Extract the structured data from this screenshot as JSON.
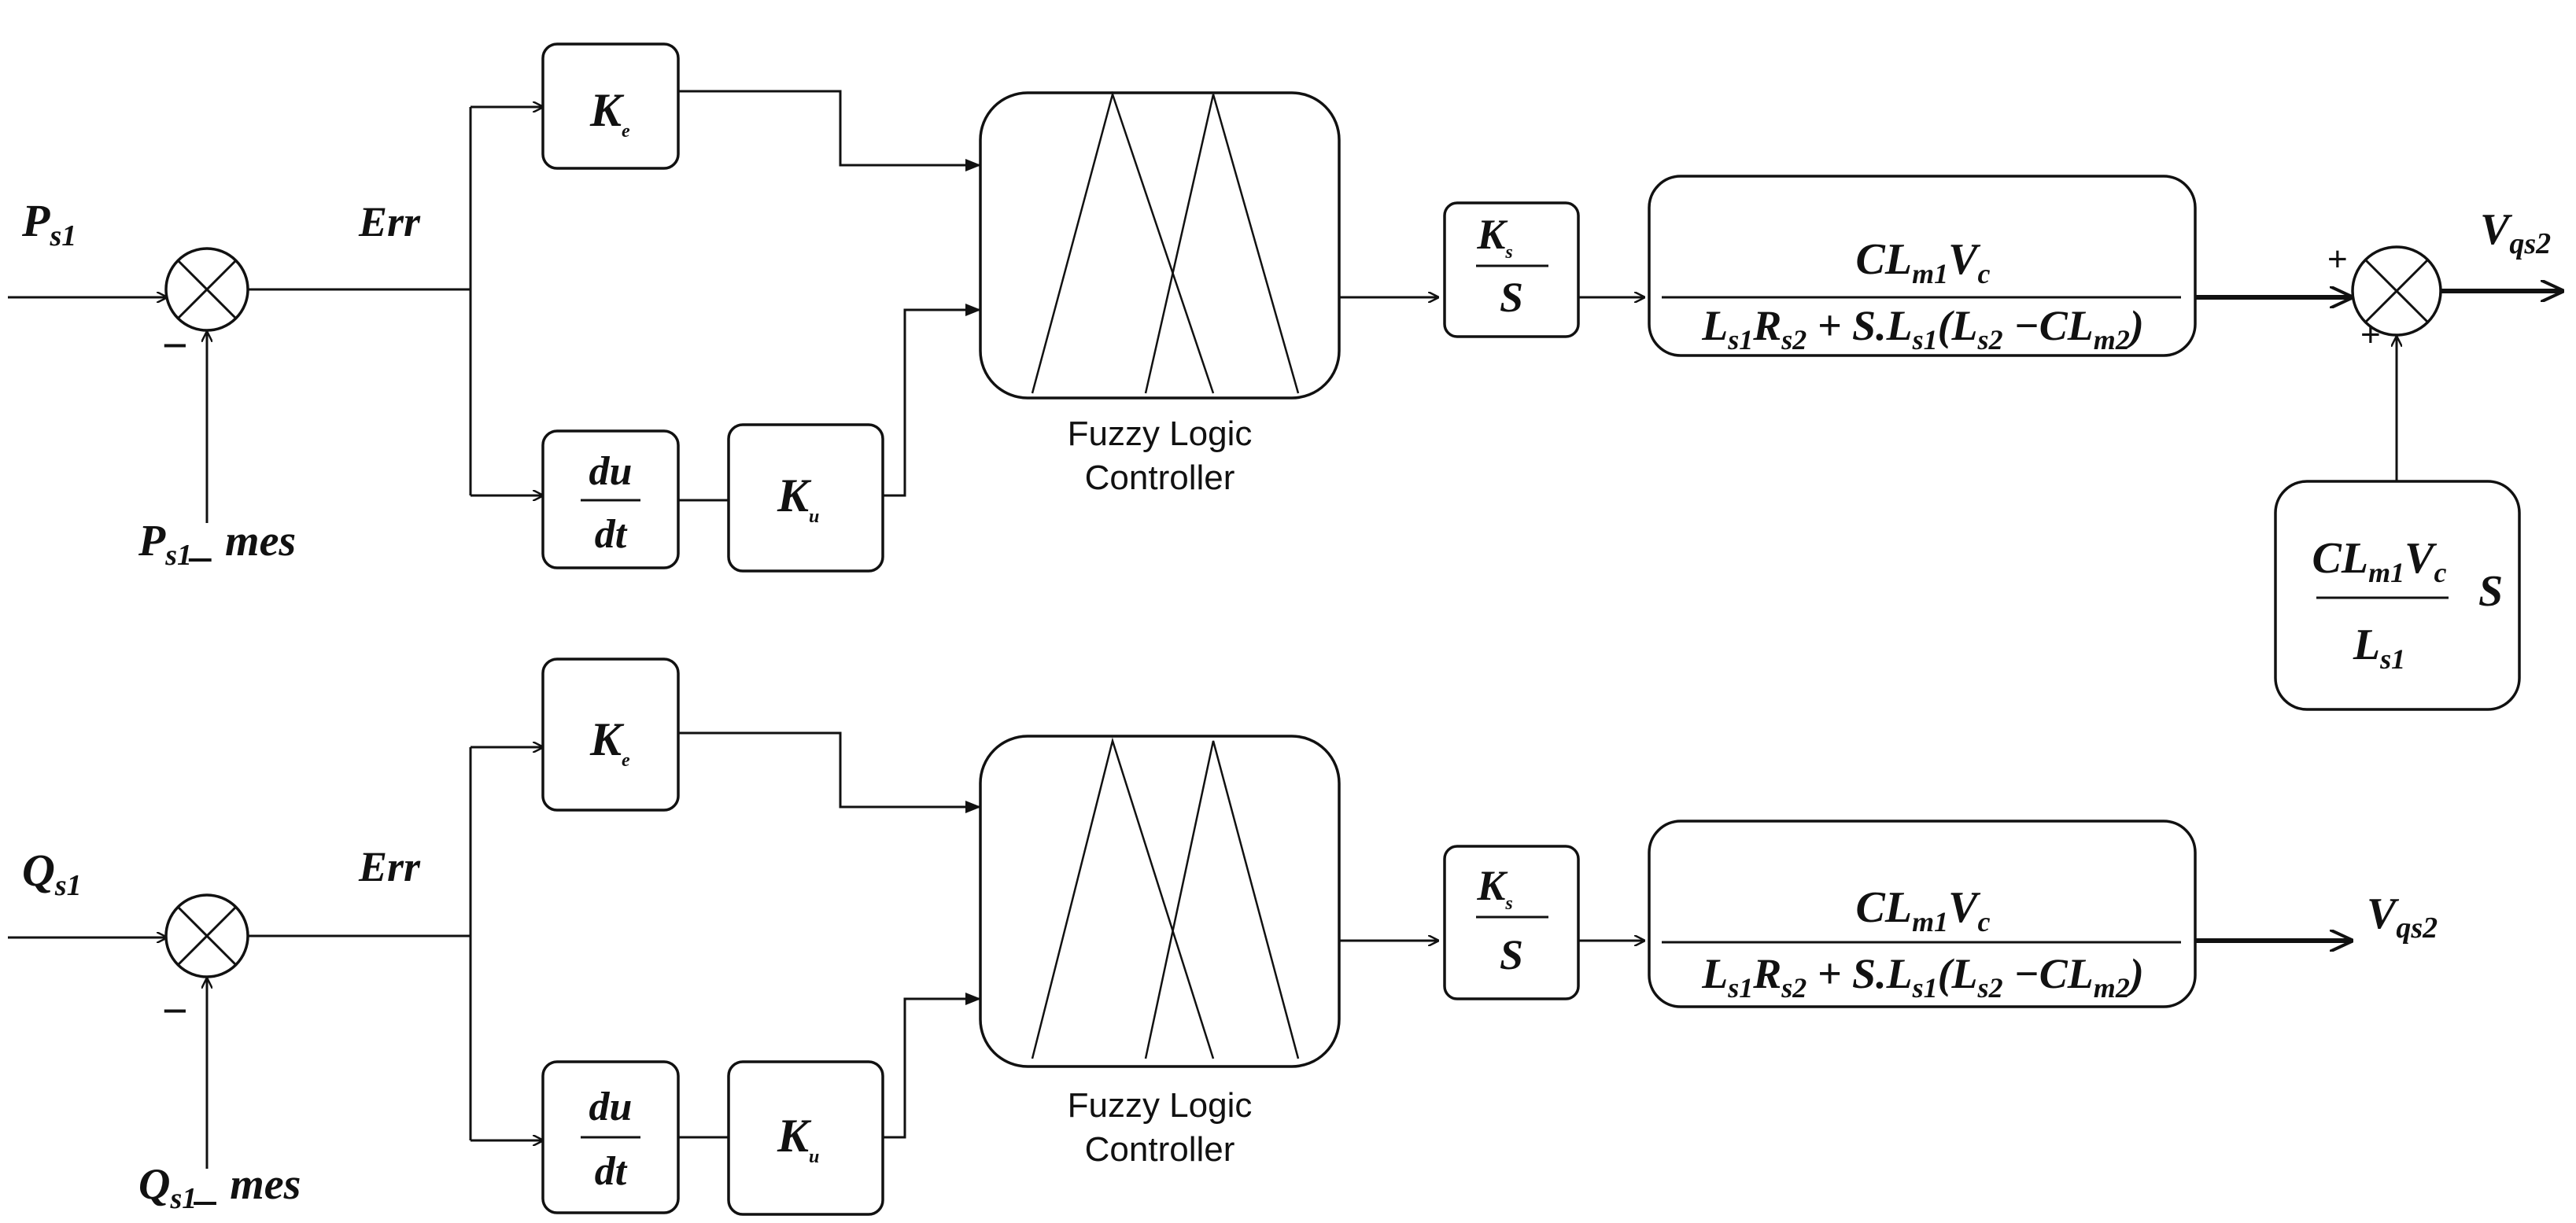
{
  "loop_top": {
    "input": {
      "main": "P",
      "sub": "s1"
    },
    "feedback": {
      "main": "P",
      "sub": "s1",
      "suffix": "_ mes"
    },
    "sum_signs": {
      "minus": "−"
    },
    "error_label": "Err",
    "gain_e": {
      "main": "K",
      "sub": "e"
    },
    "derivative": {
      "num": "du",
      "den": "dt"
    },
    "gain_u": {
      "main": "K",
      "sub": "u"
    },
    "flc_label": [
      "Fuzzy Logic",
      "Controller"
    ],
    "integrator": {
      "num_main": "K",
      "num_sub": "s",
      "den": "S"
    },
    "plant": {
      "numerator": "CL_m1 V_c",
      "denominator": "L_s1 R_s2 + S.L_s1 (L_s2 − CL_m2)"
    },
    "output": {
      "main": "V",
      "sub": "qs2"
    },
    "out_sum_signs": {
      "plus_top": "+",
      "plus_bottom": "+"
    },
    "feedforward": {
      "numerator": "CL_m1 V_c",
      "denominator": "L_s1",
      "factor": "S"
    }
  },
  "loop_bottom": {
    "input": {
      "main": "Q",
      "sub": "s1"
    },
    "feedback": {
      "main": "Q",
      "sub": "s1",
      "suffix": "_ mes"
    },
    "sum_signs": {
      "minus": "−"
    },
    "error_label": "Err",
    "gain_e": {
      "main": "K",
      "sub": "e"
    },
    "derivative": {
      "num": "du",
      "den": "dt"
    },
    "gain_u": {
      "main": "K",
      "sub": "u"
    },
    "flc_label": [
      "Fuzzy Logic",
      "Controller"
    ],
    "integrator": {
      "num_main": "K",
      "num_sub": "s",
      "den": "S"
    },
    "plant": {
      "numerator": "CL_m1 V_c",
      "denominator": "L_s1 R_s2 + S.L_s1 (L_s2 − CL_m2)"
    },
    "output": {
      "main": "V",
      "sub": "qs2"
    }
  }
}
